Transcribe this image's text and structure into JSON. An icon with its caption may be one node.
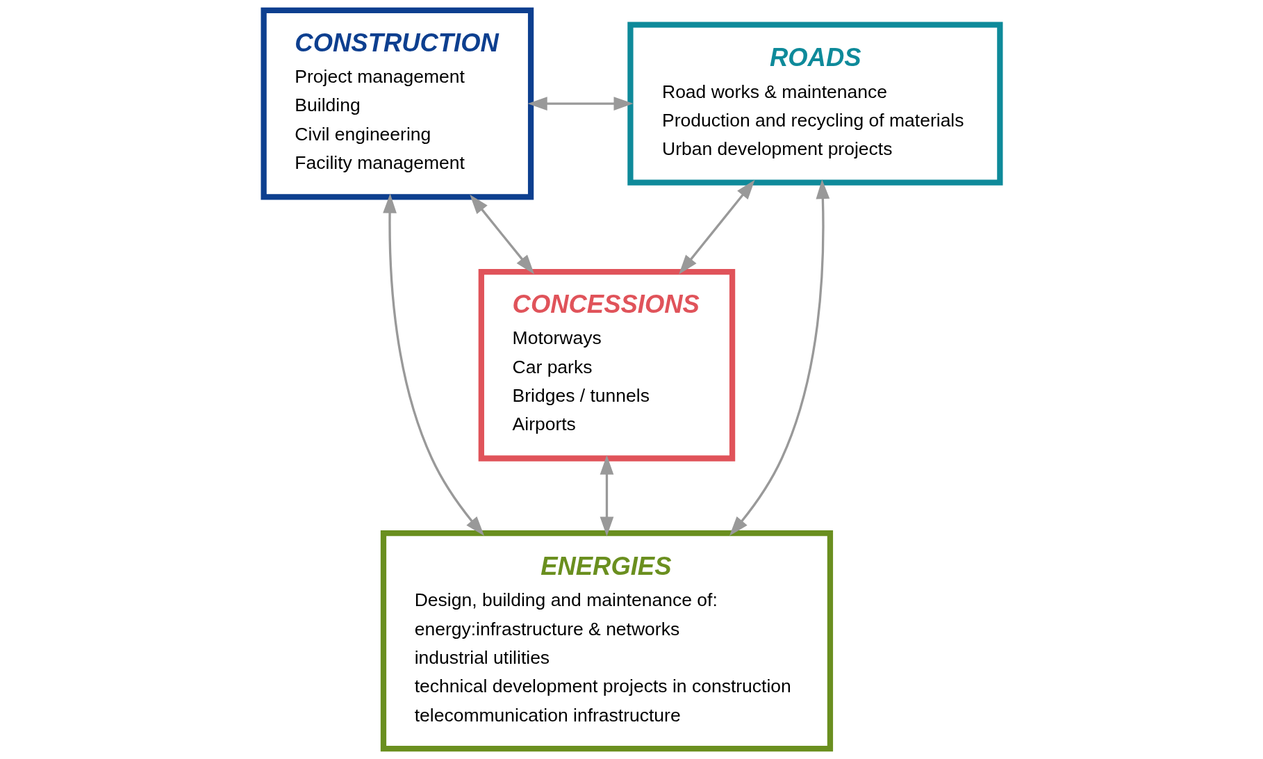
{
  "diagram": {
    "nodes": [
      {
        "text": [
          "CONSTRUCTION",
          "Project management",
          "Building",
          "Civil engineering",
          "Facility management"
        ]
      },
      {
        "text": [
          "ROADS",
          "Road works & maintenance",
          "Production and recycling of materials",
          "Urban development projects"
        ]
      },
      {
        "text": [
          "CONCESSIONS",
          "Motorways",
          "Car parks",
          "Bridges / tunnels",
          "Airports"
        ]
      },
      {
        "text": [
          "ENERGIES",
          "Design, building and maintenance of:",
          "energy:infrastructure & networks",
          "industrial utilities",
          "technical development projects in construction",
          "telecommunication infrastructure"
        ]
      }
    ],
    "edges": [
      {
        "from": 0,
        "to": 1,
        "arrow": "both"
      },
      {
        "from": 0,
        "to": 2,
        "arrow": "both"
      },
      {
        "from": 0,
        "to": 3,
        "arrow": "both"
      },
      {
        "from": 2,
        "to": 3,
        "arrow": "both"
      },
      {
        "from": 1,
        "to": 2,
        "arrow": "both"
      },
      {
        "from": 1,
        "to": 3,
        "arrow": "both"
      }
    ]
  }
}
